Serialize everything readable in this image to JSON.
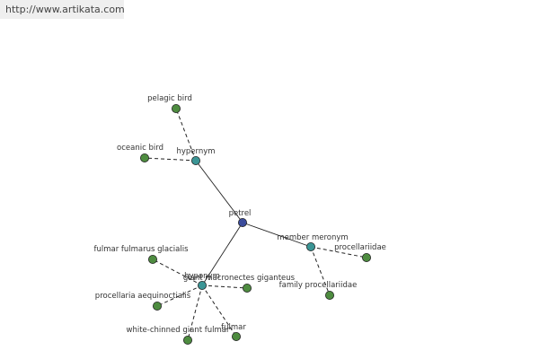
{
  "source": {
    "url": "http://www.artikata.com"
  },
  "colors": {
    "center": "#3b4c9c",
    "relation": "#3b9595",
    "leaf": "#4e8c40",
    "edge": "#222222",
    "label": "#333333"
  },
  "graph": {
    "nodes": [
      {
        "id": "petrel",
        "label": "petrel",
        "kind": "center"
      },
      {
        "id": "hypernym",
        "label": "hypernym",
        "kind": "relation"
      },
      {
        "id": "member-meronym",
        "label": "member meronym",
        "kind": "relation"
      },
      {
        "id": "hyponym",
        "label": "hyponym",
        "kind": "relation"
      },
      {
        "id": "pelagic-bird",
        "label": "pelagic bird",
        "kind": "leaf"
      },
      {
        "id": "oceanic-bird",
        "label": "oceanic bird",
        "kind": "leaf"
      },
      {
        "id": "procellariidae",
        "label": "procellariidae",
        "kind": "leaf"
      },
      {
        "id": "family-procellariidae",
        "label": "family procellariidae",
        "kind": "leaf"
      },
      {
        "id": "fulmar-fulmarus-glacialis",
        "label": "fulmar fulmarus glacialis",
        "kind": "leaf"
      },
      {
        "id": "giant-macronectes-giganteus",
        "label": "giant macronectes giganteus",
        "kind": "leaf"
      },
      {
        "id": "procellaria-aequinoctialis",
        "label": "procellaria aequinoctialis",
        "kind": "leaf"
      },
      {
        "id": "white-chinned-giant-fulmar",
        "label": "white-chinned giant fulmar",
        "kind": "leaf"
      },
      {
        "id": "fulmar",
        "label": "fulmar",
        "kind": "leaf"
      }
    ],
    "edges": [
      {
        "from": "petrel",
        "to": "hypernym",
        "style": "solid"
      },
      {
        "from": "petrel",
        "to": "member-meronym",
        "style": "solid"
      },
      {
        "from": "petrel",
        "to": "hyponym",
        "style": "solid"
      },
      {
        "from": "hypernym",
        "to": "pelagic-bird",
        "style": "dashed"
      },
      {
        "from": "hypernym",
        "to": "oceanic-bird",
        "style": "dashed"
      },
      {
        "from": "member-meronym",
        "to": "procellariidae",
        "style": "dashed"
      },
      {
        "from": "member-meronym",
        "to": "family-procellariidae",
        "style": "dashed"
      },
      {
        "from": "hyponym",
        "to": "fulmar-fulmarus-glacialis",
        "style": "dashed"
      },
      {
        "from": "hyponym",
        "to": "giant-macronectes-giganteus",
        "style": "dashed"
      },
      {
        "from": "hyponym",
        "to": "procellaria-aequinoctialis",
        "style": "dashed"
      },
      {
        "from": "hyponym",
        "to": "white-chinned-giant-fulmar",
        "style": "dashed"
      },
      {
        "from": "hyponym",
        "to": "fulmar",
        "style": "dashed"
      }
    ]
  }
}
